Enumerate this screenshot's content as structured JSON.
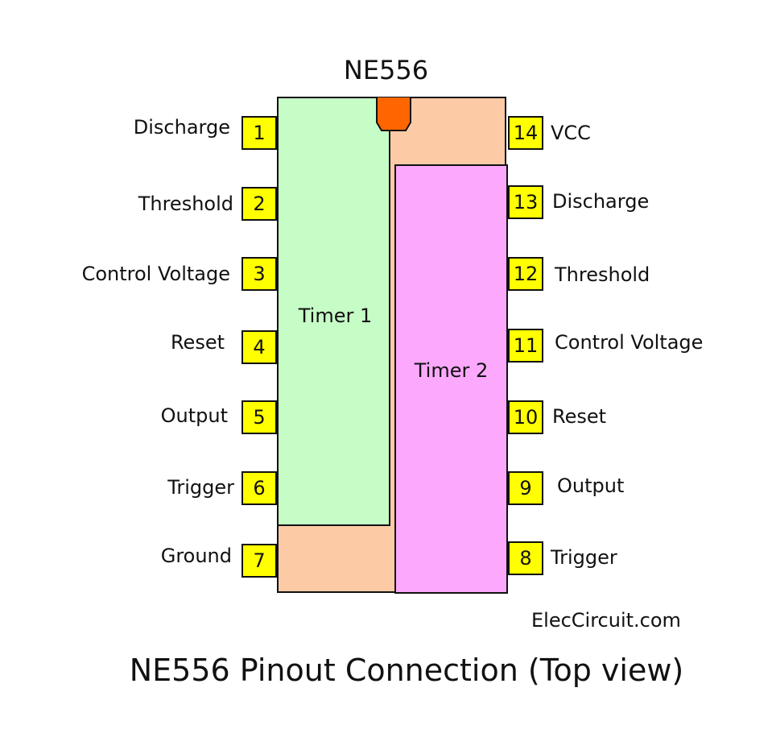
{
  "chip_name": "NE556",
  "caption": "NE556 Pinout Connection (Top view)",
  "brand": "ElecCircuit.com",
  "timers": {
    "timer1": "Timer 1",
    "timer2": "Timer 2"
  },
  "colors": {
    "package": "#fccba5",
    "timer1": "#c6fdc6",
    "timer2": "#fca8fc",
    "pin": "#ffff00",
    "notch": "#ff6600"
  },
  "left_pins": [
    {
      "num": "1",
      "label": "Discharge"
    },
    {
      "num": "2",
      "label": "Threshold"
    },
    {
      "num": "3",
      "label": "Control Voltage"
    },
    {
      "num": "4",
      "label": "Reset"
    },
    {
      "num": "5",
      "label": "Output"
    },
    {
      "num": "6",
      "label": "Trigger"
    },
    {
      "num": "7",
      "label": "Ground"
    }
  ],
  "right_pins": [
    {
      "num": "14",
      "label": "VCC"
    },
    {
      "num": "13",
      "label": "Discharge"
    },
    {
      "num": "12",
      "label": "Threshold"
    },
    {
      "num": "11",
      "label": "Control Voltage"
    },
    {
      "num": "10",
      "label": "Reset"
    },
    {
      "num": "9",
      "label": "Output"
    },
    {
      "num": "8",
      "label": "Trigger"
    }
  ]
}
